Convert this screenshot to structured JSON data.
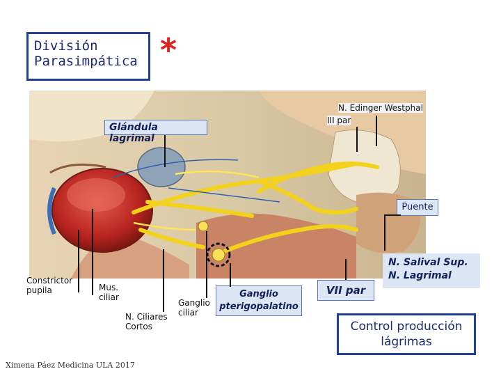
{
  "title_box": {
    "line1": "División",
    "line2": "Parasimpática"
  },
  "star": "*",
  "labels": {
    "edinger": "N. Edinger Westphal",
    "iii_par": "III par",
    "glandula": "Glándula lagrimal",
    "puente": "Puente",
    "constrictor_1": "Constrictor",
    "constrictor_2": "pupila",
    "mus_1": "Mus.",
    "mus_2": "ciliar",
    "ciliares_1": "N. Ciliares",
    "ciliares_2": "Cortos",
    "ganglio_ciliar_1": "Ganglio",
    "ganglio_ciliar_2": "ciliar",
    "ganglio_ptp_1": "Ganglio",
    "ganglio_ptp_2": "pterigopalatino",
    "vii_par": "VII par",
    "salival": "N. Salival Sup.",
    "lagrimal": "N. Lagrimal"
  },
  "control_box": {
    "line1": "Control producción",
    "line2": "lágrimas"
  },
  "footer": "Ximena Páez Medicina ULA 2017",
  "colors": {
    "accent_blue": "#1f3f9a",
    "nerve_yellow": "#f2d21b",
    "eye_red": "#c8302a",
    "star_red": "#e0201e"
  }
}
